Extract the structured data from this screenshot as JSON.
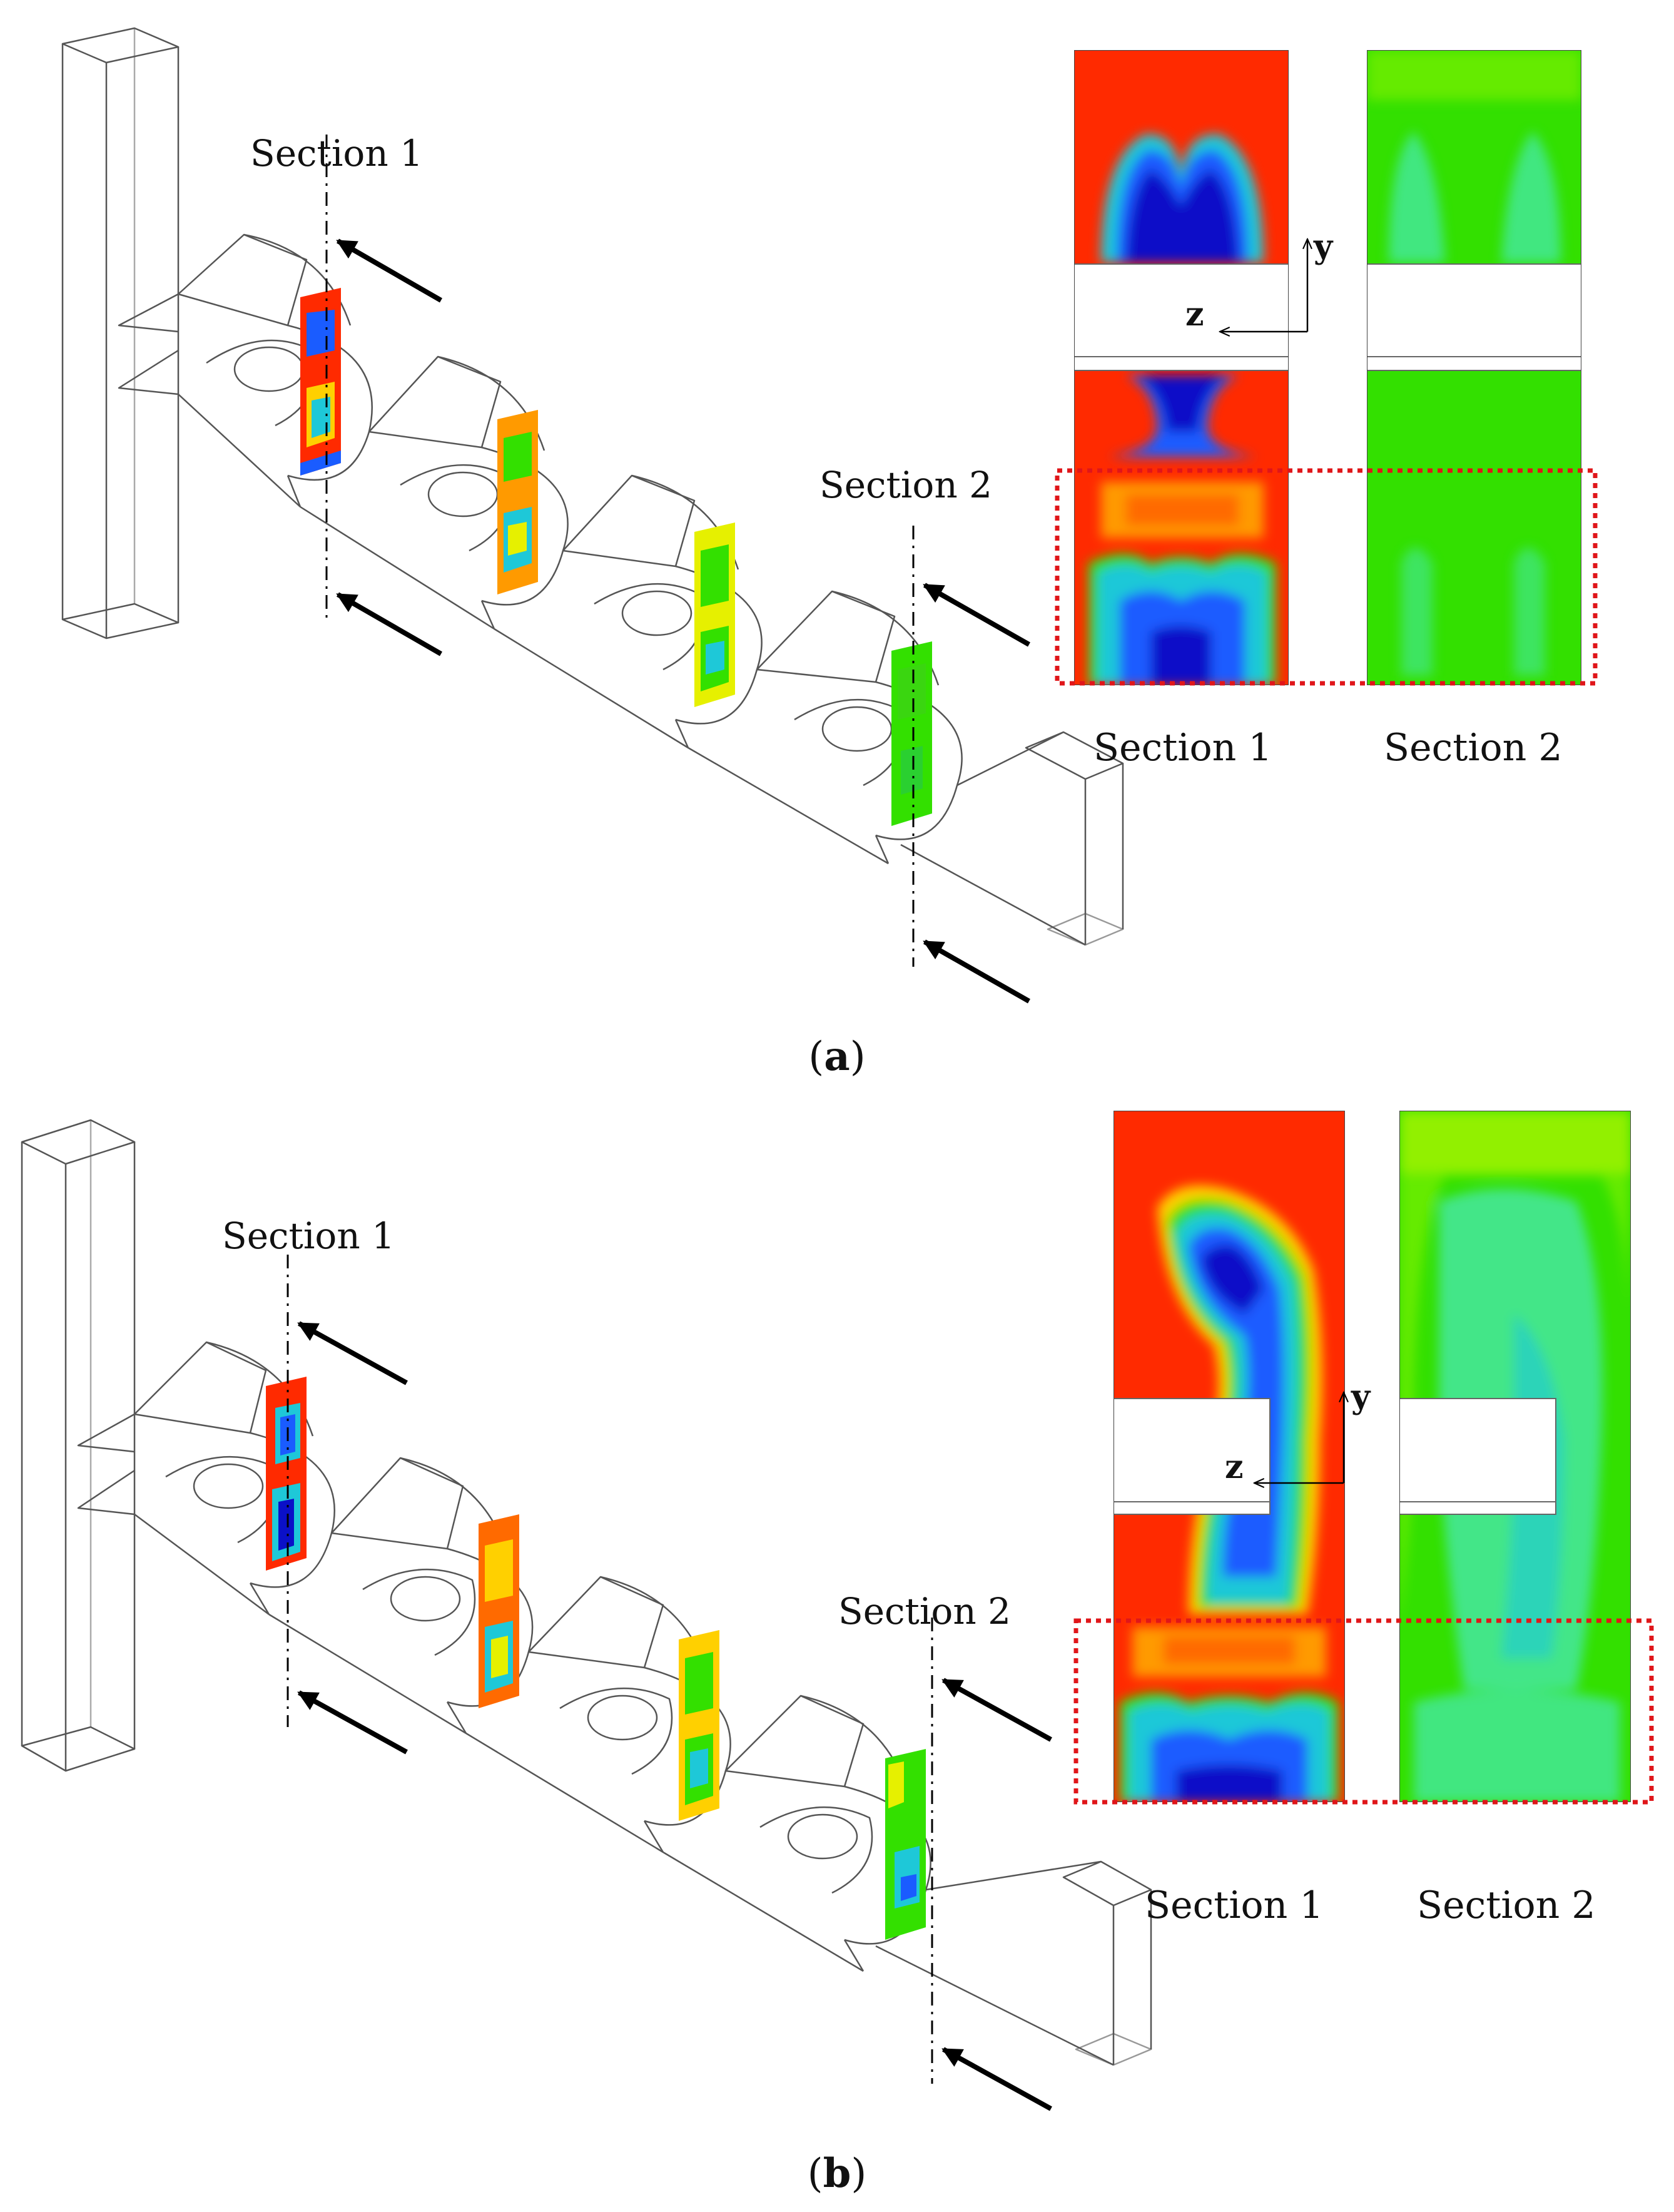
{
  "panels": [
    {
      "id": "a",
      "caption_open": "(",
      "caption_letter": "a",
      "caption_close": ")",
      "section1_label": "Section 1",
      "section2_label": "Section 2",
      "inset_section1_label": "Section 1",
      "inset_section2_label": "Section 2",
      "axis_y_label": "y",
      "axis_z_label": "z"
    },
    {
      "id": "b",
      "caption_open": "(",
      "caption_letter": "b",
      "caption_close": ")",
      "section1_label": "Section 1",
      "section2_label": "Section 2",
      "inset_section1_label": "Section 1",
      "inset_section2_label": "Section 2",
      "axis_y_label": "y",
      "axis_z_label": "z"
    }
  ],
  "colors": {
    "contour_high": "#ff2a00",
    "contour_orange": "#ff8a00",
    "contour_yellow": "#e6f000",
    "contour_green": "#33e000",
    "contour_cyan": "#1ec8d8",
    "contour_blue": "#1a5cff",
    "contour_dark_blue": "#0a10c8",
    "highlight_box": "#e0161a",
    "wireframe": "#555555"
  }
}
